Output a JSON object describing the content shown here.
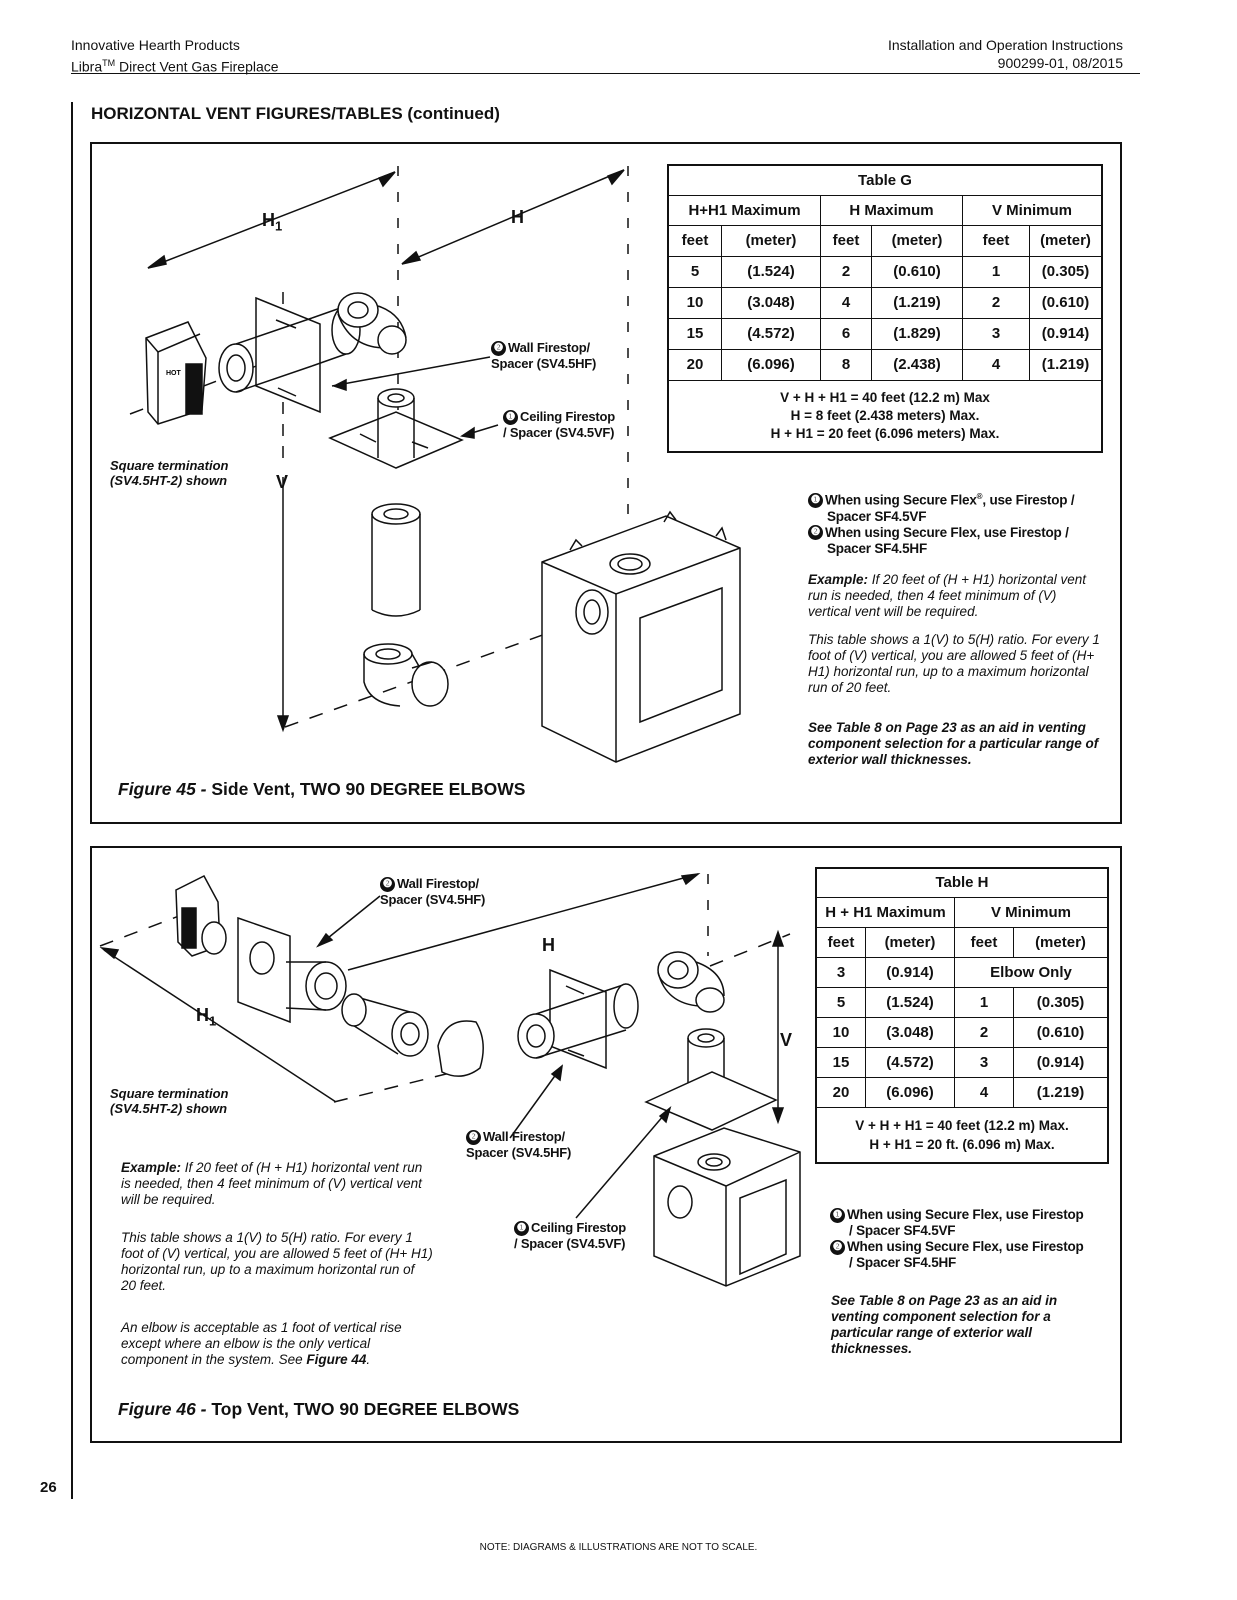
{
  "header": {
    "left_line1": "Innovative Hearth Products",
    "left_line2_a": "Libra",
    "left_line2_tm": "TM",
    "left_line2_b": " Direct Vent Gas Fireplace",
    "right_line1": "Installation and Operation Instructions",
    "right_line2": "900299-01, 08/2015"
  },
  "section_title": "HORIZONTAL VENT FIGURES/TABLES  (continued)",
  "fig45": {
    "caption_num": "Figure 45 -",
    "caption_text": " Side Vent, TWO 90 DEGREE ELBOWS",
    "labels": {
      "h1": "H",
      "h1_sub": "1",
      "h": "H",
      "v": "V",
      "wall_firestop_1": "Wall Firestop/",
      "wall_firestop_2": "Spacer (SV4.5HF)",
      "ceiling_firestop_1": "Ceiling Firestop",
      "ceiling_firestop_2": "/ Spacer (SV4.5VF)",
      "termination_1": "Square termination",
      "termination_2": "(SV4.5HT-2) shown",
      "term_hot": "HOT"
    },
    "table": {
      "title": "Table G",
      "groups": [
        "H+H1 Maximum",
        "H Maximum",
        "V Minimum"
      ],
      "units": [
        "feet",
        "(meter)",
        "feet",
        "(meter)",
        "feet",
        "(meter)"
      ],
      "rows": [
        [
          "5",
          "(1.524)",
          "2",
          "(0.610)",
          "1",
          "(0.305)"
        ],
        [
          "10",
          "(3.048)",
          "4",
          "(1.219)",
          "2",
          "(0.610)"
        ],
        [
          "15",
          "(4.572)",
          "6",
          "(1.829)",
          "3",
          "(0.914)"
        ],
        [
          "20",
          "(6.096)",
          "8",
          "(2.438)",
          "4",
          "(1.219)"
        ]
      ],
      "footer": [
        "V + H + H1 = 40 feet (12.2 m) Max",
        "H = 8 feet (2.438 meters) Max.",
        "H + H1 = 20 feet (6.096 meters) Max."
      ]
    },
    "notes": {
      "n1_a": "When using Secure Flex",
      "n1_reg": "®",
      "n1_b": ", use Firestop /",
      "n1_c": "Spacer SF4.5VF",
      "n2_a": "When using Secure Flex, use Firestop /",
      "n2_b": "Spacer SF4.5HF",
      "example_label": "Example:",
      "example_text": "If 20 feet of (H + H1) horizontal vent run is needed, then 4 feet minimum of (V) vertical vent will be required.",
      "ratio_text": "This table shows a 1(V) to 5(H) ratio. For every 1 foot of (V) vertical, you are allowed 5 feet of (H+ H1) horizontal run, up to a maximum horizontal run of 20 feet.",
      "see_table": "See Table 8 on Page 23 as an aid in venting component selection for a particular range of exterior wall thicknesses."
    }
  },
  "fig46": {
    "caption_num": "Figure 46 -",
    "caption_text": " Top Vent, TWO 90 DEGREE ELBOWS",
    "labels": {
      "h1": "H",
      "h1_sub": "1",
      "h": "H",
      "v": "V",
      "wall_firestop_1": "Wall Firestop/",
      "wall_firestop_2": "Spacer (SV4.5HF)",
      "ceiling_firestop_1": "Ceiling Firestop",
      "ceiling_firestop_2": "/ Spacer (SV4.5VF)",
      "termination_1": "Square termination",
      "termination_2": "(SV4.5HT-2) shown"
    },
    "table": {
      "title": "Table H",
      "groups": [
        "H + H1 Maximum",
        "V Minimum"
      ],
      "units": [
        "feet",
        "(meter)",
        "feet",
        "(meter)"
      ],
      "elbow_row": [
        "3",
        "(0.914)",
        "Elbow Only"
      ],
      "rows": [
        [
          "5",
          "(1.524)",
          "1",
          "(0.305)"
        ],
        [
          "10",
          "(3.048)",
          "2",
          "(0.610)"
        ],
        [
          "15",
          "(4.572)",
          "3",
          "(0.914)"
        ],
        [
          "20",
          "(6.096)",
          "4",
          "(1.219)"
        ]
      ],
      "footer": [
        "V + H + H1 = 40 feet (12.2 m) Max.",
        "H + H1 = 20 ft. (6.096 m) Max."
      ]
    },
    "notes": {
      "n1_a": "When using Secure Flex, use Firestop",
      "n1_b": "/ Spacer SF4.5VF",
      "n2_a": "When using Secure Flex, use Firestop",
      "n2_b": "/ Spacer SF4.5HF",
      "see_table": "See Table 8 on Page 23 as an aid in venting component selection for a particular range of exterior wall thicknesses.",
      "example_label": "Example:",
      "example_text": "If 20 feet of (H + H1) horizontal vent run is needed, then 4 feet minimum of (V) vertical vent will be required.",
      "ratio_text": "This table shows a 1(V) to 5(H) ratio.  For every 1 foot of (V) vertical, you are allowed 5 feet of (H+ H1) horizontal run, up to a maximum horizontal run of 20 feet.",
      "elbow_text_a": "An elbow is acceptable as 1 foot of vertical rise except where an elbow is the only vertical component in the system.  See ",
      "elbow_text_fig": "Figure 44",
      "elbow_text_end": "."
    }
  },
  "footer": {
    "page_number": "26",
    "note": "NOTE: DIAGRAMS & ILLUSTRATIONS ARE NOT TO SCALE."
  },
  "markers": {
    "one": "❶",
    "two": "❷"
  }
}
